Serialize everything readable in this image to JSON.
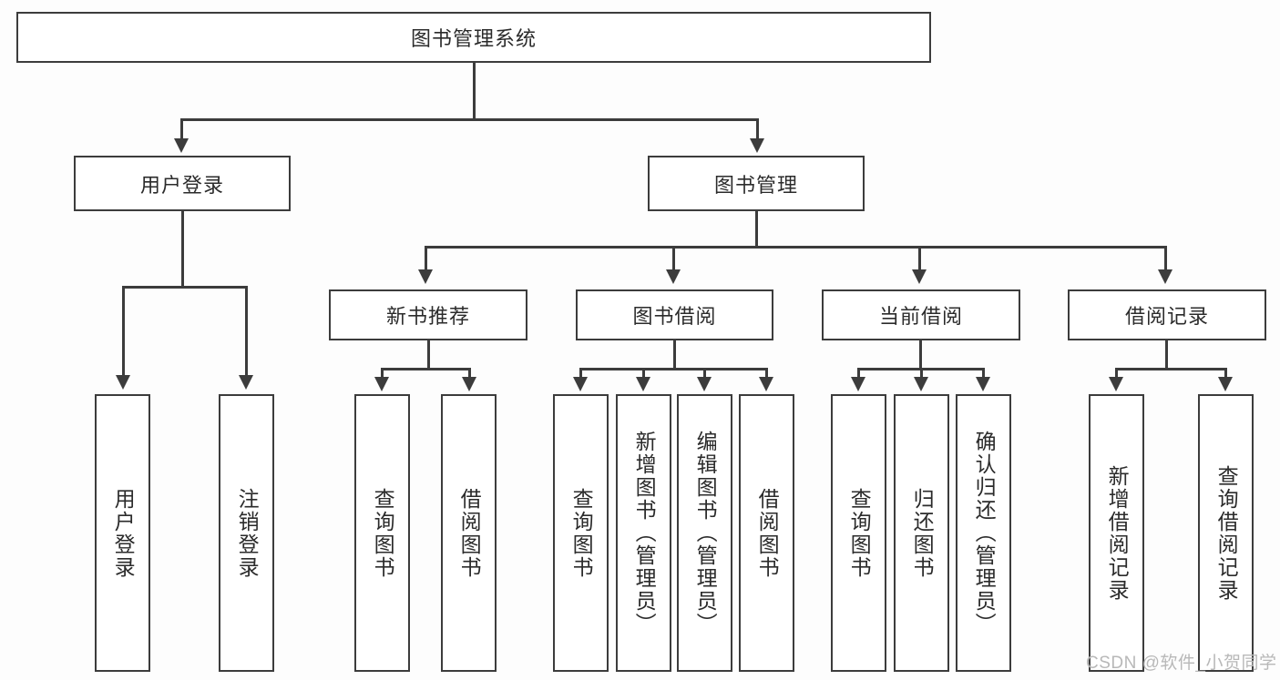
{
  "diagram": {
    "type": "tree-hierarchy-chart",
    "title": "图书管理系统",
    "line_color": "#3c3c3c",
    "background_color": "#fdfdfd",
    "text_color": "#2b2b2b",
    "watermark": "CSDN @软件_小贺同学",
    "root": {
      "label": "图书管理系统"
    },
    "level2": [
      {
        "label": "用户登录"
      },
      {
        "label": "图书管理"
      }
    ],
    "level3": [
      {
        "label": "新书推荐"
      },
      {
        "label": "图书借阅"
      },
      {
        "label": "当前借阅"
      },
      {
        "label": "借阅记录"
      }
    ],
    "leaves": {
      "user_login": [
        {
          "label": "用户登录"
        },
        {
          "label": "注销登录"
        }
      ],
      "new_book_recommend": [
        {
          "label": "查询图书"
        },
        {
          "label": "借阅图书"
        }
      ],
      "book_borrow": [
        {
          "label": "查询图书"
        },
        {
          "label": "新增图书（管理员）"
        },
        {
          "label": "编辑图书（管理员）"
        },
        {
          "label": "借阅图书"
        }
      ],
      "current_borrow": [
        {
          "label": "查询图书"
        },
        {
          "label": "归还图书"
        },
        {
          "label": "确认归还（管理员）"
        }
      ],
      "borrow_record": [
        {
          "label": "新增借阅记录"
        },
        {
          "label": "查询借阅记录"
        }
      ]
    }
  }
}
